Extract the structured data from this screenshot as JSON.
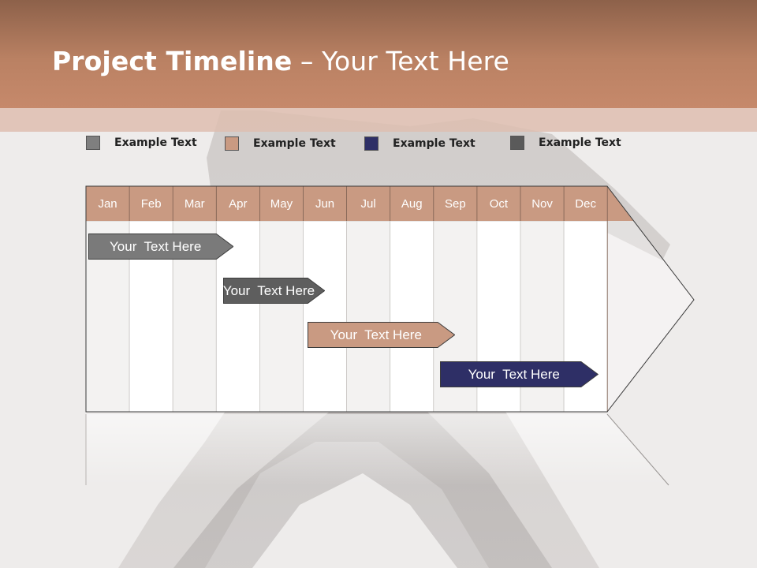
{
  "slide": {
    "title_bold": "Project Timeline",
    "title_rest": " – Your Text Here"
  },
  "legend": [
    {
      "label": "Example Text",
      "color": "#7f7f7f"
    },
    {
      "label": "Example Text",
      "color": "#c99a82"
    },
    {
      "label": "Example Text",
      "color": "#2e2f66"
    },
    {
      "label": "Example Text",
      "color": "#5a5a5a"
    }
  ],
  "months": [
    "Jan",
    "Feb",
    "Mar",
    "Apr",
    "May",
    "Jun",
    "Jul",
    "Aug",
    "Sep",
    "Oct",
    "Nov",
    "Dec"
  ],
  "tasks": [
    {
      "label": "Your  Text Here",
      "color": "#7a7a7a",
      "start_month": 1,
      "end_month": 4.4
    },
    {
      "label": "Your  Text Here",
      "color": "#5e5e5e",
      "start_month": 4.1,
      "end_month": 6.5
    },
    {
      "label": "Your  Text Here",
      "color": "#c99a82",
      "start_month": 6.05,
      "end_month": 9.5
    },
    {
      "label": "Your  Text Here",
      "color": "#2e2f66",
      "start_month": 9.1,
      "end_month": 12.8
    }
  ],
  "colors": {
    "header": "#c6896b",
    "month_header": "#c99a82"
  }
}
